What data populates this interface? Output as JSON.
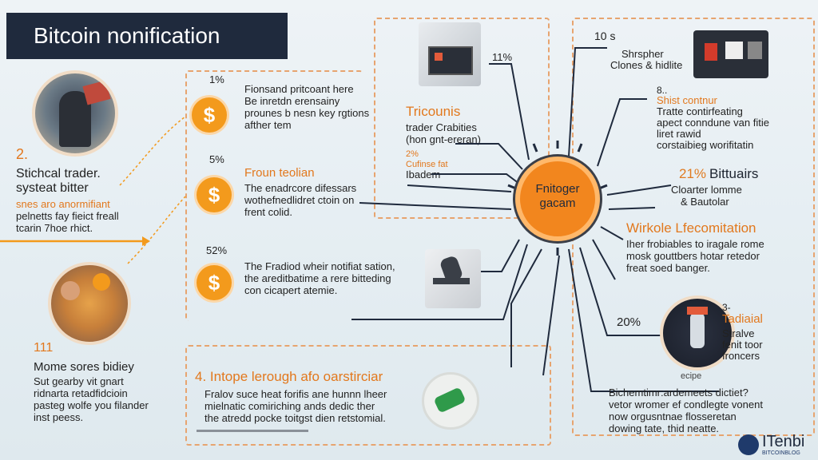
{
  "title": "Bitcoin nonification",
  "left": {
    "top_num": "2.",
    "top_heading": [
      "Stichcal trader.",
      "systeat bitter"
    ],
    "top_sub": "snes aro anormifiant",
    "top_body": [
      "pelnetts fay fieict freall",
      "tcarin 7hoe rhict."
    ],
    "bottom_num": "111",
    "bottom_heading": "Mome sores bidiey",
    "bottom_body": [
      "Sut gearby vit gnart",
      "ridnarta retadfidcioin",
      "pasteg wolfe you filander",
      "inst peess."
    ]
  },
  "column2": [
    {
      "pct": "1%",
      "header": "",
      "lines": [
        "Fionsand pritcoant here",
        "Be inretdn erensainy",
        "prounes b nesn key rgtions",
        "afther tem"
      ]
    },
    {
      "pct": "5%",
      "header": "Froun teolian",
      "lines": [
        "The enadrcore difessars",
        "wothefnedlidret ctoin on",
        "frent colid."
      ]
    },
    {
      "pct": "52%",
      "header": "",
      "lines": [
        "The Fradiod wheir notifiat sation,",
        "the areditbatime a rere bitteding",
        "con cicapert atemie."
      ]
    }
  ],
  "center_card": {
    "pct": "11%",
    "header": "Tricounis",
    "lines": [
      "trader Crabities",
      "(hon gnt-ereran)"
    ],
    "sub_num": "2%",
    "sub_header": "Cufinse fat",
    "sub_line": "Ibadem"
  },
  "hub_label": [
    "Fnitoger",
    "gacam"
  ],
  "right": {
    "r1_num": "10 s",
    "r1_lines": [
      "Shrspher",
      "Clones & hidlite"
    ],
    "r2_num": "8..",
    "r2_header": "Shist contnur",
    "r2_lines": [
      "Tratte contirfeating",
      "apect conndune van fitie",
      "liret rawid",
      "corstaibieg worifitatin"
    ],
    "r3_pct": "21%",
    "r3_header": "Bittuairs",
    "r3_lines": [
      "Cloarter lomme",
      "& Bautolar"
    ],
    "r4_header": "Wirkole Lfecomitation",
    "r4_lines": [
      "Iher frobiables to iragale rome",
      "mosk gouttbers hotar retedor",
      "freat soed banger."
    ],
    "r5_num": "3-",
    "r5_pct": "20%",
    "r5_header": "Tadiaial",
    "r5_lines": [
      "Stralve",
      "fenit toor",
      "froncers"
    ],
    "r5_caption": "ecipe",
    "bottom_lines": [
      "Bichemtimr:ardemeets dictiet?",
      "vetor wromer ef condlegte vonent",
      "now orgusntnae flosseretan",
      "dowing tate, thid neatte."
    ]
  },
  "bottom_card": {
    "header": "4.  Intope lerough afo oarstirciar",
    "lines": [
      "Fralov suce heat forifis ane hunnn lheer",
      "mielnatic comiriching ands dedic ther",
      "the atredd pocke toitgst dien retstomial."
    ]
  },
  "logo": {
    "text": "ITenbi",
    "sub": "BITCOINBLOG"
  },
  "colors": {
    "accent": "#f2861e",
    "title_bg": "#1f2a3d",
    "dash": "#e7a46f"
  }
}
